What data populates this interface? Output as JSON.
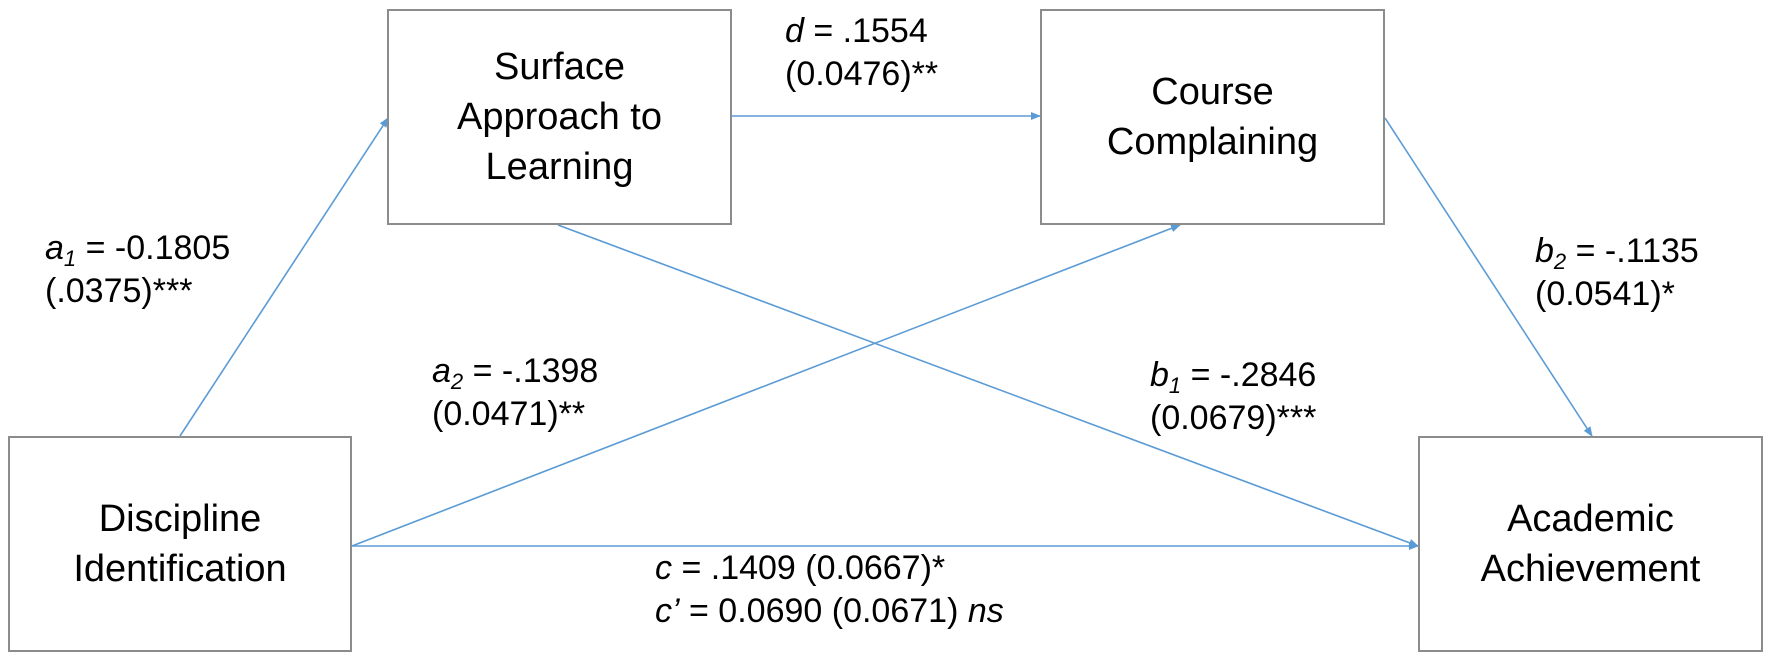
{
  "nodes": {
    "surface": {
      "lines": [
        "Surface",
        "Approach to",
        "Learning"
      ]
    },
    "complaining": {
      "lines": [
        "Course",
        "Complaining"
      ]
    },
    "discipline": {
      "lines": [
        "Discipline",
        "Identification"
      ]
    },
    "achievement": {
      "lines": [
        "Academic",
        "Achievement"
      ]
    }
  },
  "paths": {
    "d": {
      "var": "d",
      "coef": " = .1554",
      "se": "(0.0476)**"
    },
    "a1": {
      "var": "a",
      "sub": "1",
      "coef": " = -0.1805",
      "se": "(.0375)***"
    },
    "a2": {
      "var": "a",
      "sub": "2",
      "coef": " = -.1398",
      "se": "(0.0471)**"
    },
    "b1": {
      "var": "b",
      "sub": "1",
      "coef": " = -.2846",
      "se": "(0.0679)***"
    },
    "b2": {
      "var": "b",
      "sub": "2",
      "coef": " = -.1135",
      "se": "(0.0541)*"
    },
    "c": {
      "var": "c",
      "coef": " = .1409 (0.0667)*"
    },
    "c_prime": {
      "var": "c’",
      "coef": " = 0.0690  (0.0671) ",
      "sig": "ns"
    }
  },
  "colors": {
    "arrow": "#5b9bd5",
    "box_border": "#8c8c8c"
  }
}
